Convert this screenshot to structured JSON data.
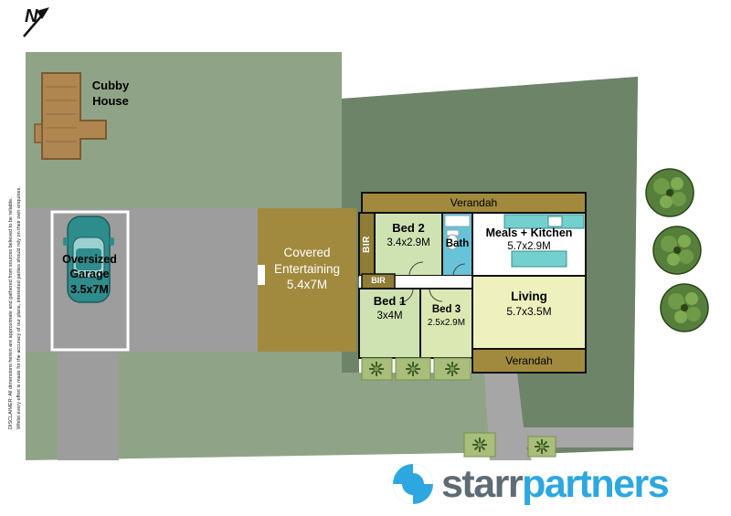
{
  "meta": {
    "compass_label": "N"
  },
  "disclaimer": {
    "line1": "DISCLAIMER: All dimensions herein are approximate and gathered from sources believed to be reliable.",
    "line2": "Whilst every effort is made for the accuracy of our plans, interested parties should rely on their own enquiries."
  },
  "outbuildings": {
    "cubby_house": {
      "label": "Cubby House"
    },
    "garage": {
      "label": "Oversized Garage",
      "size": "3.5x7M"
    },
    "covered_entertaining": {
      "label": "Covered Entertaining",
      "size": "5.4x7M"
    }
  },
  "house": {
    "verandah_top": {
      "label": "Verandah"
    },
    "verandah_bottom": {
      "label": "Verandah"
    },
    "bed2": {
      "label": "Bed 2",
      "size": "3.4x2.9M"
    },
    "bath": {
      "label": "Bath"
    },
    "meals_kitchen": {
      "label": "Meals + Kitchen",
      "size": "5.7x2.9M"
    },
    "bir_wardrobe": {
      "label": "BIR"
    },
    "bir_hall": {
      "label": "BIR"
    },
    "bed1": {
      "label": "Bed 1",
      "size": "3x4M"
    },
    "bed3": {
      "label": "Bed 3",
      "size": "2.5x2.9M"
    },
    "living": {
      "label": "Living",
      "size": "5.7x3.5M"
    }
  },
  "branding": {
    "logo_part1": "starr",
    "logo_part2": "partners"
  },
  "colors": {
    "lawn_light": "#8FA486",
    "lawn_dark": "#6D8468",
    "driveway": "#9D9D9D",
    "structure_olive": "#A18A3E",
    "bir_olive": "#8F7C35",
    "room_green": "#CFE3B2",
    "room_green_light": "#DCE8B4",
    "room_yellow": "#EEF0BE",
    "bath_teal": "#67C3D8",
    "kitchen_teal": "#74CFCF",
    "cubby_brown": "#B08650",
    "car_teal": "#2F8C8C",
    "tree_green": "#567F3B",
    "logo_blue": "#2EA7E0",
    "logo_gray": "#5F6B74"
  }
}
